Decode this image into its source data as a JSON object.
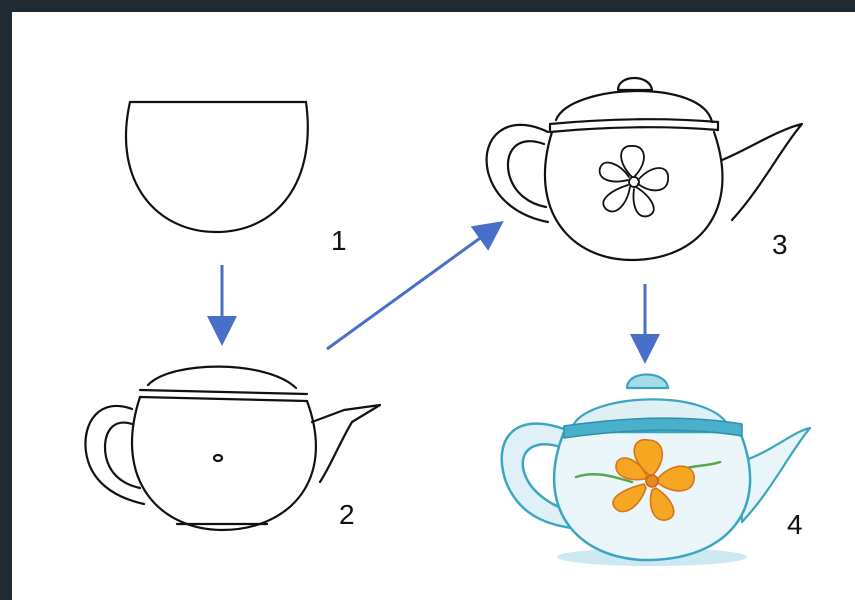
{
  "steps": [
    {
      "number": "1",
      "description": "bowl"
    },
    {
      "number": "2",
      "description": "outline"
    },
    {
      "number": "3",
      "description": "detailed"
    },
    {
      "number": "4",
      "description": "colored"
    }
  ],
  "colors": {
    "frame": "#1f2a33",
    "arrow": "#4a6fc9",
    "ink": "#111111",
    "teapot_fill": "#eaf6f9",
    "teapot_blue": "#3aa6c2",
    "flower_orange": "#f5a623",
    "leaf_green": "#5aa64a"
  }
}
